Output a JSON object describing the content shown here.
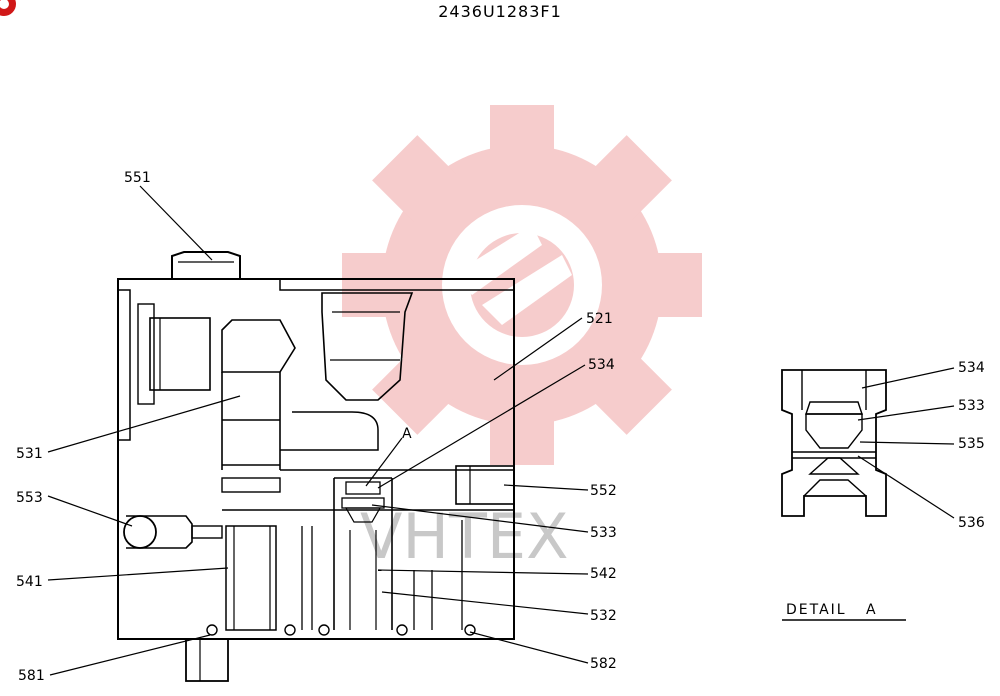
{
  "drawing_number": "2436U1283F1",
  "detail_label": "DETAIL   A",
  "detail_marker": "A",
  "watermark_text": "VHTEX",
  "colors": {
    "line": "#000000",
    "watermark_gear": "#f6c7c7",
    "watermark_text": "#c8c8c8",
    "corner_logo": "#d01818"
  },
  "part_numbers": {
    "p551": "551",
    "p521": "521",
    "p534": "534",
    "p531": "531",
    "p553": "553",
    "p552": "552",
    "p533": "533",
    "p541": "541",
    "p542": "542",
    "p532": "532",
    "p581": "581",
    "p582": "582",
    "d534": "534",
    "d533": "533",
    "d535": "535",
    "d536": "536"
  }
}
